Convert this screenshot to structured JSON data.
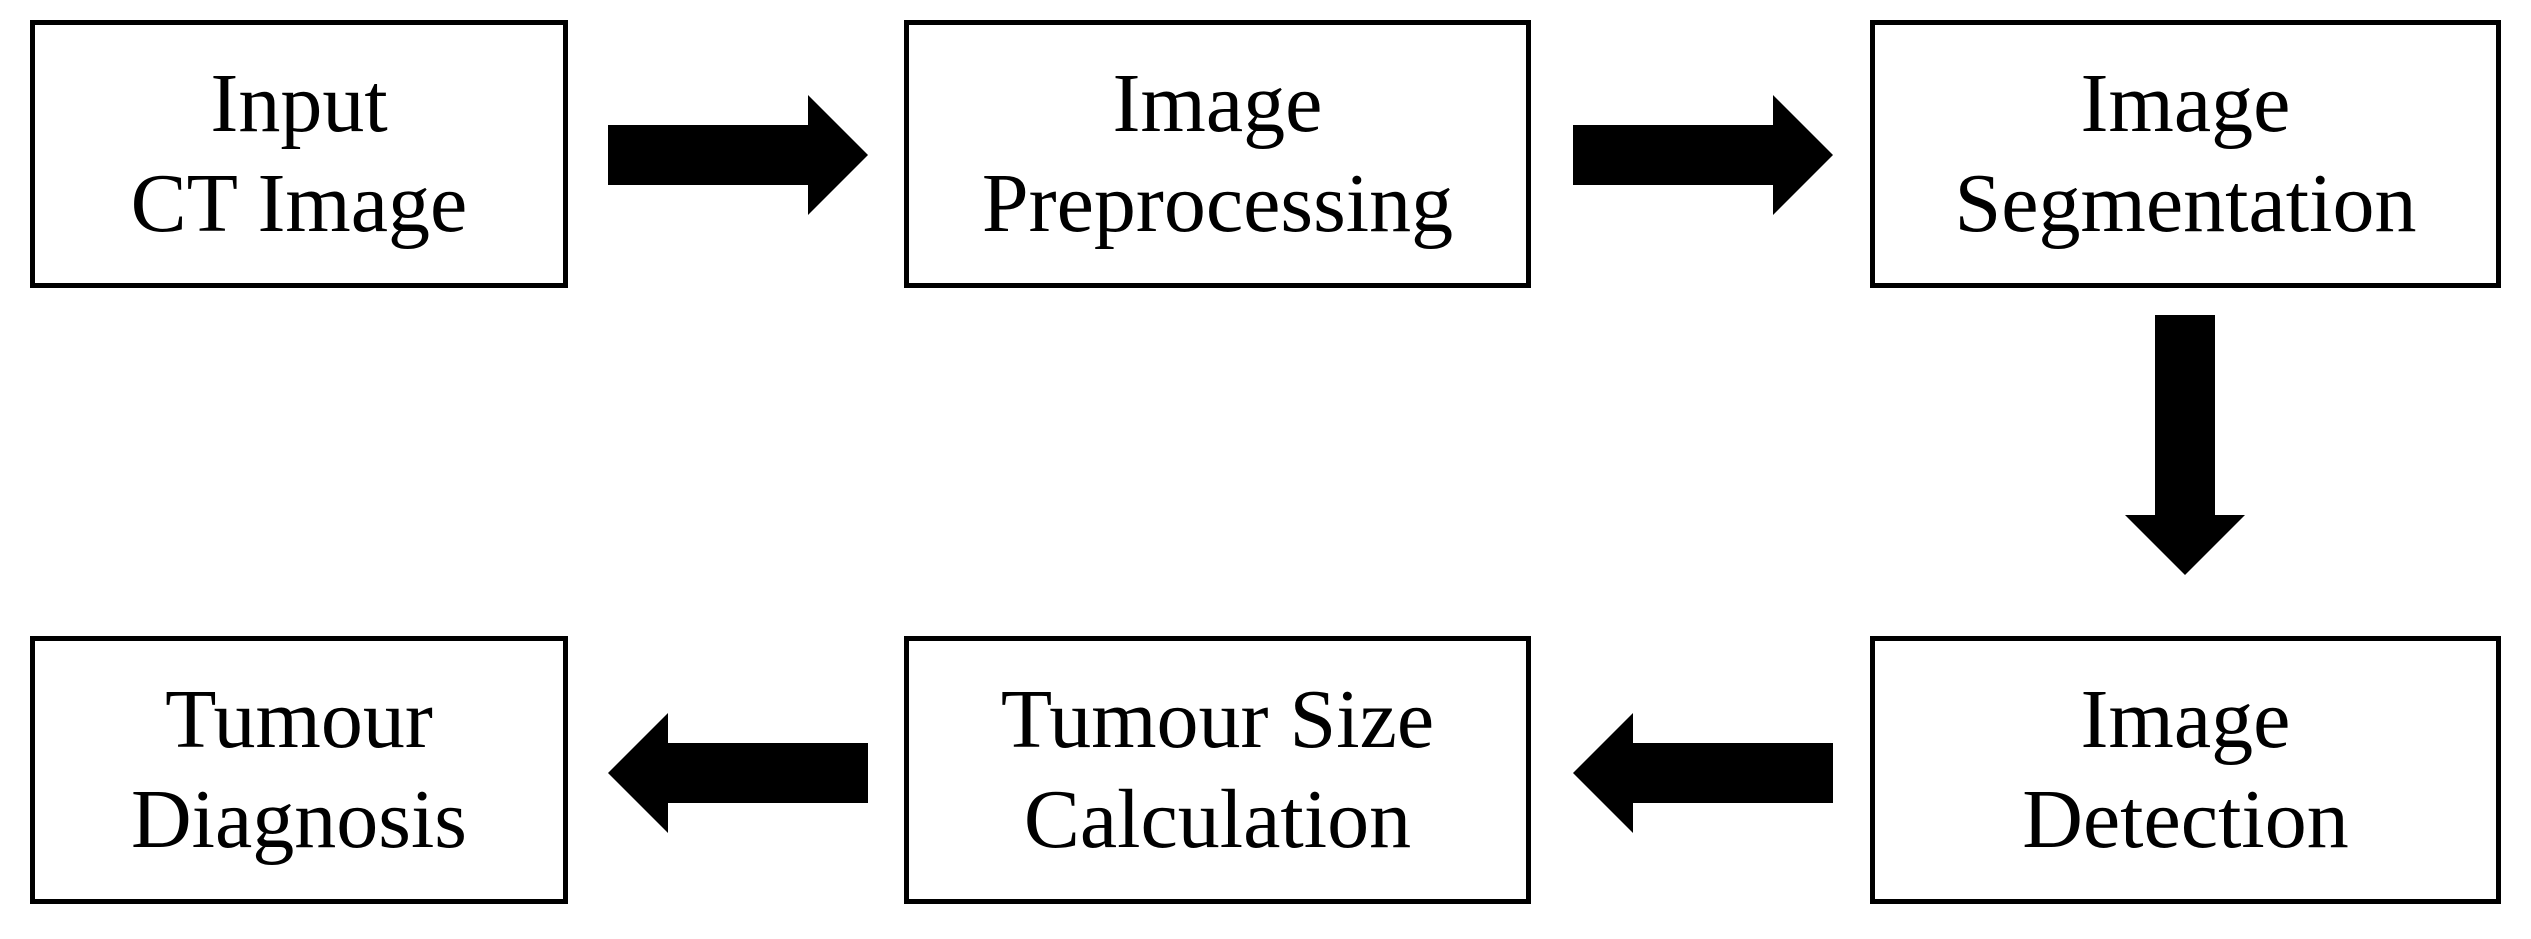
{
  "diagram": {
    "nodes": [
      {
        "id": "input",
        "lines": [
          "Input",
          "CT Image"
        ]
      },
      {
        "id": "preprocessing",
        "lines": [
          "Image",
          "Preprocessing"
        ]
      },
      {
        "id": "segmentation",
        "lines": [
          "Image",
          "Segmentation"
        ]
      },
      {
        "id": "detection",
        "lines": [
          "Image",
          "Detection"
        ]
      },
      {
        "id": "size",
        "lines": [
          "Tumour Size",
          "Calculation"
        ]
      },
      {
        "id": "diagnosis",
        "lines": [
          "Tumour",
          "Diagnosis"
        ]
      }
    ],
    "edges": [
      {
        "from": "input",
        "to": "preprocessing"
      },
      {
        "from": "preprocessing",
        "to": "segmentation"
      },
      {
        "from": "segmentation",
        "to": "detection"
      },
      {
        "from": "detection",
        "to": "size"
      },
      {
        "from": "size",
        "to": "diagnosis"
      }
    ],
    "colors": {
      "stroke": "#000000",
      "fill": "#ffffff",
      "arrow": "#000000"
    }
  }
}
